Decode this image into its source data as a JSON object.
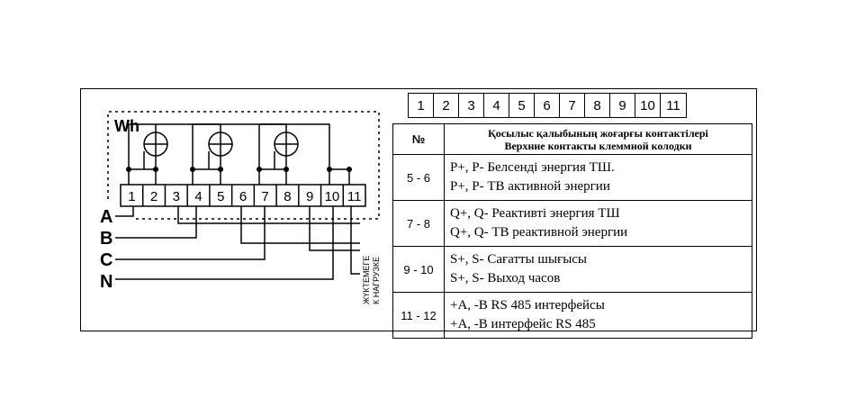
{
  "meter_label": "Wh",
  "terminals": [
    "1",
    "2",
    "3",
    "4",
    "5",
    "6",
    "7",
    "8",
    "9",
    "10",
    "11"
  ],
  "phases": [
    "A",
    "B",
    "C",
    "N"
  ],
  "load_label": [
    "ЖҮКТЕМЕГЕ",
    "К НАГРУЗКЕ"
  ],
  "top_strip": [
    "1",
    "2",
    "3",
    "4",
    "5",
    "6",
    "7",
    "8",
    "9",
    "10",
    "11"
  ],
  "table": {
    "header_num": "№",
    "header_desc_kz": "Қосылыс қалыбының жоғарғы контактілері",
    "header_desc_ru": "Верхние контакты клеммной колодки",
    "rows": [
      {
        "num": "5 - 6",
        "line1": "P+, P-   Белсенді энергия ТШ.",
        "line2": "P+, P-  ТВ активной энергии"
      },
      {
        "num": "7 - 8",
        "line1": "Q+, Q-  Реактивті энергия ТШ",
        "line2": "Q+, Q- ТВ реактивной энергии"
      },
      {
        "num": "9 - 10",
        "line1": "S+, S- Сағатты шығысы",
        "line2": "S+, S-  Выход часов"
      },
      {
        "num": "11 - 12",
        "line1": " +А, -В RS 485 интерфейсы",
        "line2": " +А, -В интерфейс RS 485"
      }
    ]
  }
}
